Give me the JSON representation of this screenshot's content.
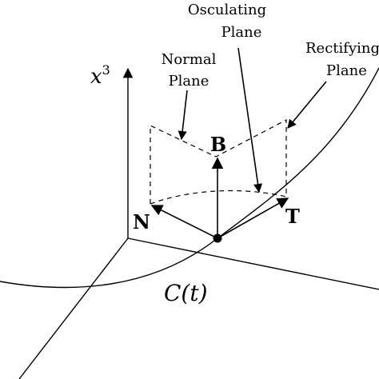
{
  "labels": {
    "axis": "x",
    "axis_sup": "3",
    "osculating_1": "Osculating",
    "osculating_2": "Plane",
    "normal_1": "Normal",
    "normal_2": "Plane",
    "rectifying_1": "Rectifying",
    "rectifying_2": "Plane",
    "B": "B",
    "N": "N",
    "T": "T",
    "curve": "C(t)"
  }
}
